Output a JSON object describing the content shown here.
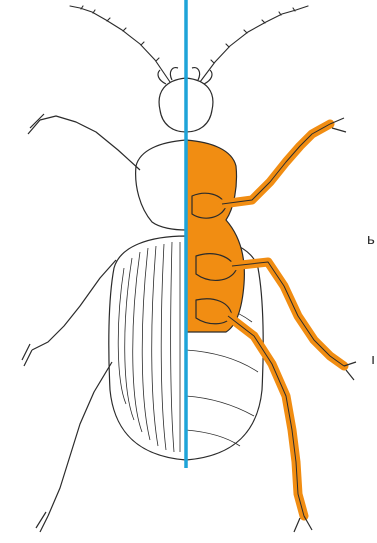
{
  "image": {
    "subject": "beetle-illustration",
    "halves": {
      "left": "outline",
      "right": "ventral-colored"
    }
  },
  "colors": {
    "outline": "#2b2b2b",
    "ventral_fill": "#f18d12",
    "axis_line": "#1ea4d8",
    "background": "#ffffff"
  },
  "edge_text": {
    "glyph_upper": "ь",
    "glyph_lower": "ı"
  }
}
